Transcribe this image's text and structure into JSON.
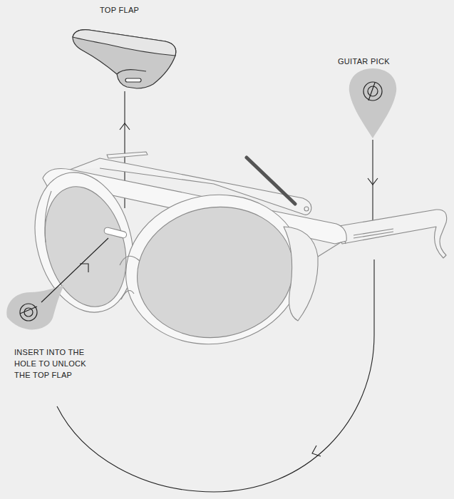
{
  "diagram": {
    "labels": [
      "TOP FLAP",
      "GUITAR PICK",
      "INSERT INTO THE HOLE TO UNLOCK THE TOP FLAP"
    ]
  }
}
